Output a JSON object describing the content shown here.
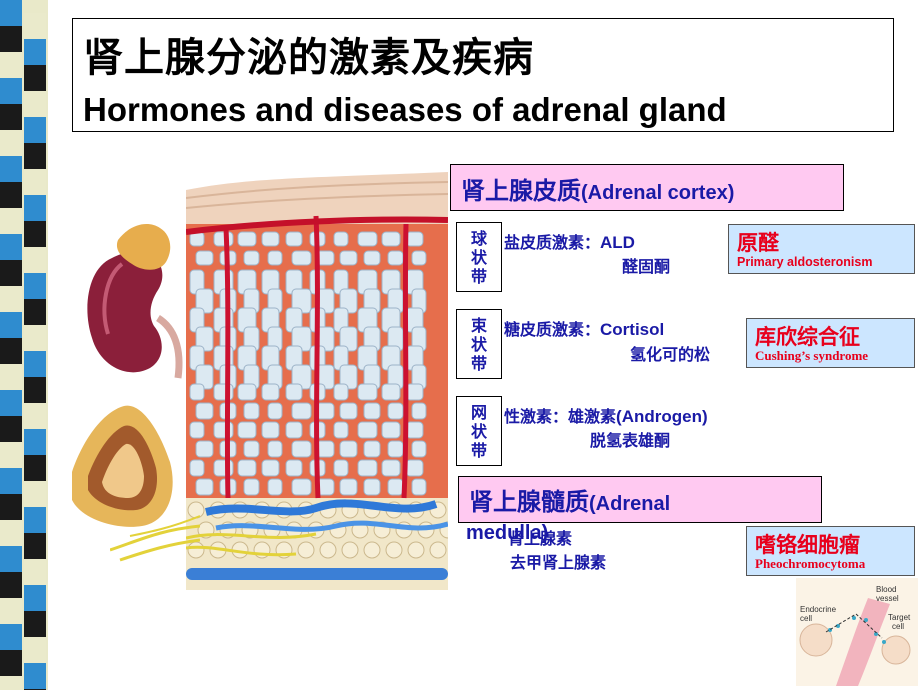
{
  "title": {
    "zh": "肾上腺分泌的激素及疾病",
    "en": "Hormones and diseases of adrenal gland"
  },
  "cortex": {
    "zh": "肾上腺皮质",
    "en": "(Adrenal cortex)"
  },
  "zones": [
    {
      "chars": [
        "球",
        "状",
        "带"
      ],
      "hormone_zh": "盐皮质激素：",
      "hormone_en": "ALD",
      "example": "醛固酮"
    },
    {
      "chars": [
        "束",
        "状",
        "带"
      ],
      "hormone_zh": "糖皮质激素：",
      "hormone_en": "Cortisol",
      "example": "氢化可的松"
    },
    {
      "chars": [
        "网",
        "状",
        "带"
      ],
      "hormone_zh": "性激素：",
      "hormone_zh2": "雄激素",
      "hormone_en": "(Androgen)",
      "example": "脱氢表雄酮"
    }
  ],
  "medulla": {
    "zh": "肾上腺髓质",
    "en": "(Adrenal",
    "en2": "medulla)",
    "hormones": [
      "肾上腺素",
      "去甲肾上腺素"
    ]
  },
  "diseases": [
    {
      "zh": "原醛",
      "en": "Primary  aldosteronism"
    },
    {
      "zh": "库欣综合征",
      "en": "Cushing’s syndrome"
    },
    {
      "zh": "嗜铬细胞瘤",
      "en": "Pheochromocytoma"
    }
  ],
  "diagram_labels": {
    "blood_vessel_1": "Blood",
    "blood_vessel_2": "vessel",
    "endocrine_1": "Endocrine",
    "endocrine_2": "cell",
    "target_1": "Target",
    "target_2": "cell"
  },
  "colors": {
    "cortex_box": "#ffc9f1",
    "disease_box": "#cce6ff",
    "disease_text": "#e8001c",
    "blue_text": "#1a1aa6"
  }
}
